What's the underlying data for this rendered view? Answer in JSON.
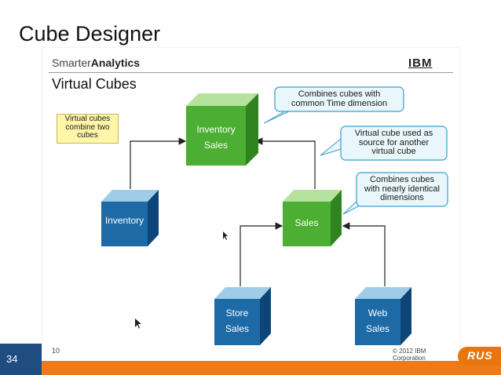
{
  "slide": {
    "title": "Cube Designer",
    "number": "34",
    "logo_text": "RUS"
  },
  "inner": {
    "brand_light": "Smarter",
    "brand_bold": "Analytics",
    "company": "IBM",
    "title": "Virtual Cubes",
    "page_number": "10",
    "copyright": "© 2012 IBM Corporation",
    "note_lines": [
      "Virtual cubes",
      "combine two",
      "cubes"
    ],
    "cubes": {
      "virtual_top": [
        "Inventory",
        "Sales"
      ],
      "inventory": [
        "Inventory"
      ],
      "virtual_sales": [
        "Sales"
      ],
      "store_sales": [
        "Store",
        "Sales"
      ],
      "web_sales": [
        "Web",
        "Sales"
      ]
    },
    "callouts": {
      "time": [
        "Combines cubes with",
        "common Time dimension"
      ],
      "source": [
        "Virtual cube used as",
        "source for another",
        "virtual cube"
      ],
      "identical": [
        "Combines cubes",
        "with nearly identical",
        "dimensions"
      ]
    }
  },
  "colors": {
    "green_front": "#4cae32",
    "blue_front": "#1d6aa6",
    "accent_orange": "#ee7a1c",
    "callout_border": "#3a9fc9"
  }
}
